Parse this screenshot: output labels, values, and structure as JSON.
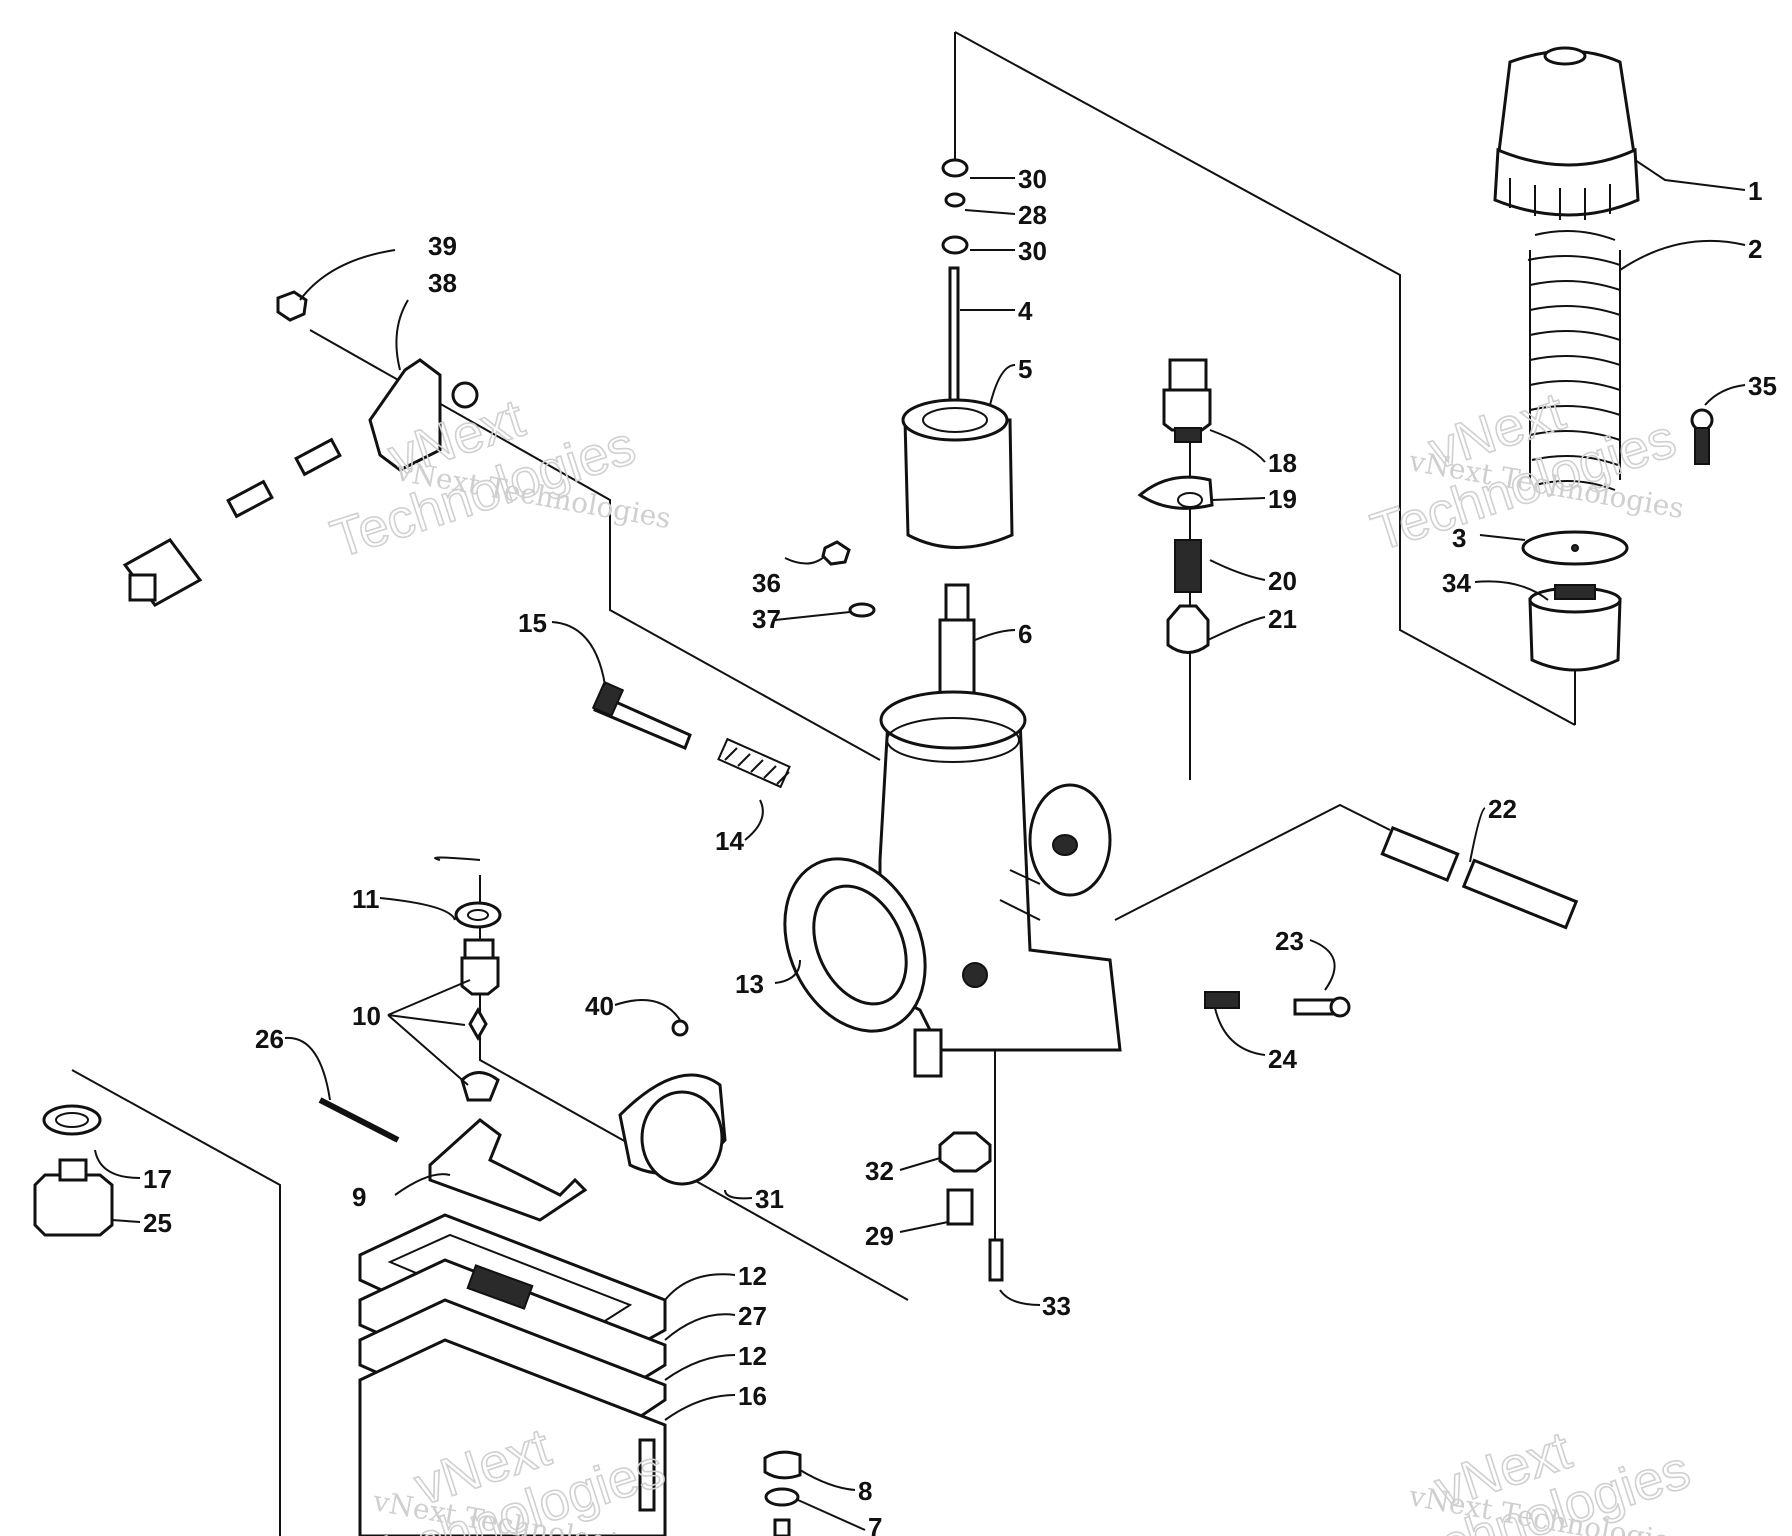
{
  "watermark": {
    "line1": "vNext",
    "line2": "Technologies",
    "small": "vNext Technologies"
  },
  "callouts": [
    "1",
    "2",
    "3",
    "4",
    "5",
    "6",
    "7",
    "8",
    "9",
    "10",
    "11",
    "12",
    "12",
    "13",
    "14",
    "15",
    "16",
    "17",
    "18",
    "19",
    "20",
    "21",
    "22",
    "23",
    "24",
    "25",
    "26",
    "27",
    "28",
    "29",
    "30",
    "30",
    "31",
    "32",
    "33",
    "34",
    "35",
    "36",
    "37",
    "38",
    "39",
    "40"
  ]
}
